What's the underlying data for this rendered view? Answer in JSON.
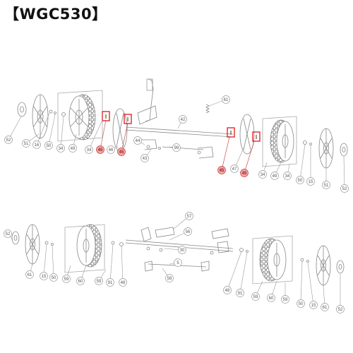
{
  "title": "【WGC530】",
  "colors": {
    "line": "#8a8a8a",
    "callout_fill": "#ffffff",
    "callout_stroke": "#9a9a9a",
    "highlight_fill": "#f3a6a6",
    "highlight_stroke": "#c23b3b",
    "marker_box": "#e01818"
  },
  "callouts_top": [
    "52",
    "51",
    "16",
    "50",
    "34",
    "49",
    "34",
    "45",
    "46",
    "45",
    "44",
    "43",
    "99",
    "42",
    "61",
    "45",
    "47",
    "45",
    "34",
    "49",
    "34",
    "50",
    "15",
    "51",
    "52"
  ],
  "callouts_bottom": [
    "52",
    "61",
    "15",
    "50",
    "59",
    "60",
    "59",
    "91",
    "48",
    "57",
    "56",
    "30",
    "5",
    "58",
    "48",
    "91",
    "59",
    "60",
    "59",
    "50",
    "15",
    "61",
    "52"
  ],
  "highlighted_callouts": [
    "45"
  ]
}
